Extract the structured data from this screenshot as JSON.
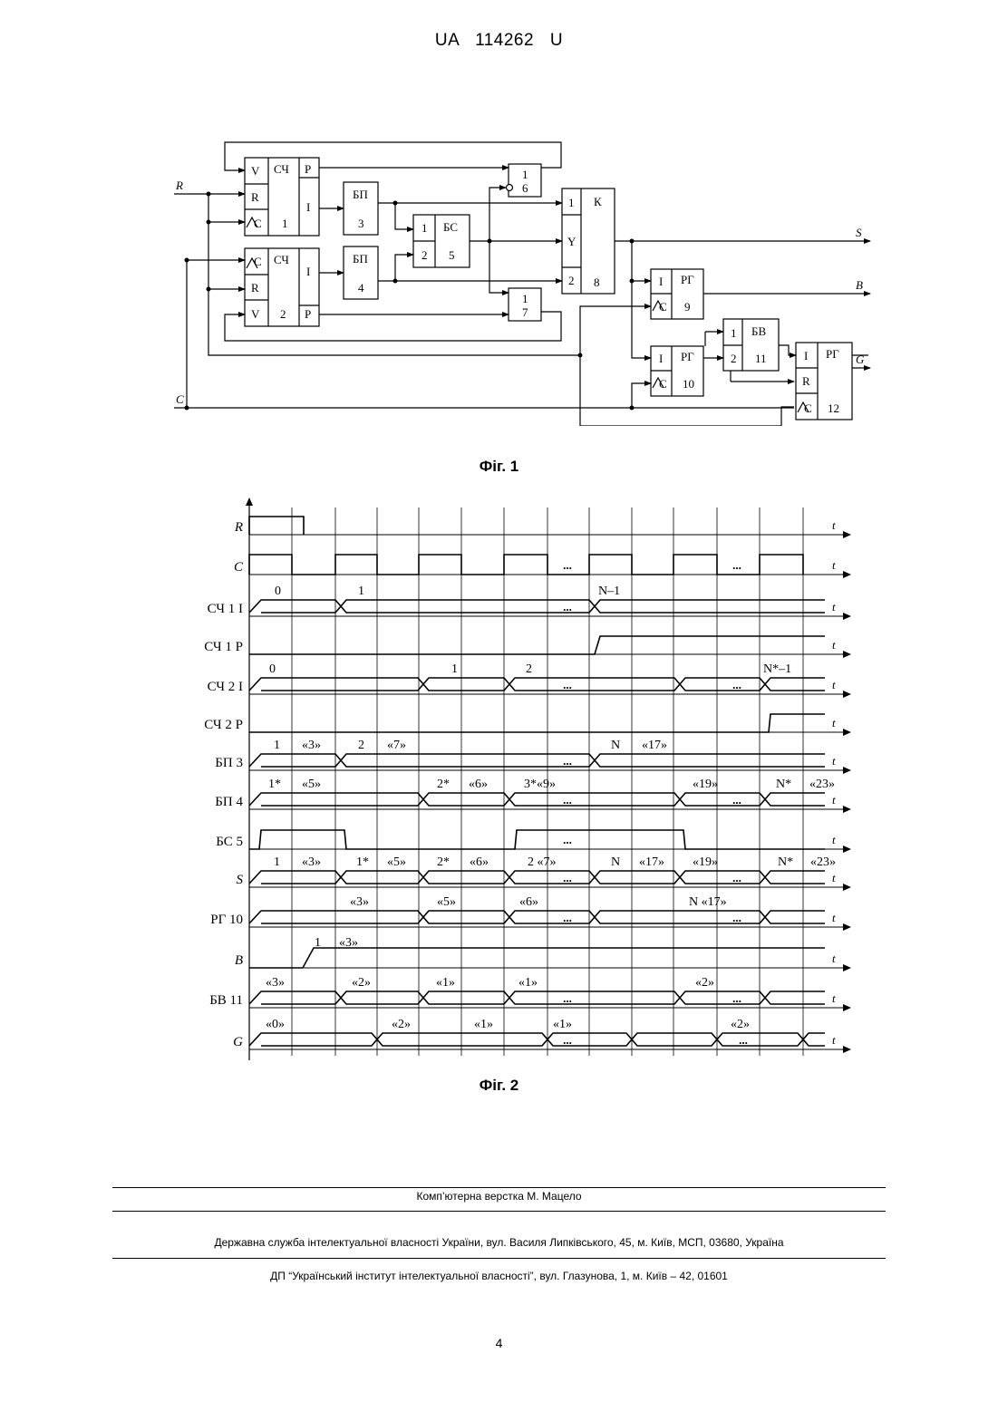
{
  "header": {
    "country": "UA",
    "number": "114262",
    "kind": "U"
  },
  "fig1": {
    "caption": "Фіг. 1",
    "inputs": {
      "r": "R",
      "c": "C"
    },
    "outputs": {
      "s": "S",
      "b": "B",
      "g": "G"
    },
    "blocks": {
      "cnt1": {
        "title": "СЧ",
        "num": "1",
        "v": "V",
        "r": "R",
        "c": "C",
        "p": "P",
        "i": "I"
      },
      "cnt2": {
        "title": "СЧ",
        "num": "2",
        "v": "V",
        "r": "R",
        "c": "C",
        "p": "P",
        "i": "I"
      },
      "bp3": {
        "title": "БП",
        "num": "3"
      },
      "bp4": {
        "title": "БП",
        "num": "4"
      },
      "bs5": {
        "title": "БС",
        "num": "5",
        "in1": "1",
        "in2": "2"
      },
      "g6": {
        "title": "1",
        "num": "6"
      },
      "g7": {
        "title": "1",
        "num": "7"
      },
      "k8": {
        "title": "К",
        "num": "8",
        "in1": "1",
        "y": "Y",
        "in2": "2"
      },
      "rg9": {
        "title": "РГ",
        "num": "9",
        "i": "I",
        "c": "C"
      },
      "rg10": {
        "title": "РГ",
        "num": "10",
        "i": "I",
        "c": "C"
      },
      "bv11": {
        "title": "БВ",
        "num": "11",
        "in1": "1",
        "in2": "2"
      },
      "rg12": {
        "title": "РГ",
        "num": "12",
        "i": "I",
        "r": "R",
        "c": "C"
      }
    }
  },
  "fig2": {
    "caption": "Фіг. 2",
    "time_label": "t",
    "ellipsis": "...",
    "rows": [
      {
        "label": "R",
        "italic": true,
        "labels": []
      },
      {
        "label": "C",
        "italic": true,
        "labels": []
      },
      {
        "label": "СЧ 1 I",
        "labels": [
          "0",
          "1",
          "N–1"
        ]
      },
      {
        "label": "СЧ 1 P",
        "labels": []
      },
      {
        "label": "СЧ 2 I",
        "labels": [
          "0",
          "1",
          "2",
          "N*–1"
        ]
      },
      {
        "label": "СЧ 2 P",
        "labels": []
      },
      {
        "label": "БП 3",
        "labels": [
          "1",
          "«3»",
          "2",
          "«7»",
          "N",
          "«17»"
        ]
      },
      {
        "label": "БП 4",
        "labels": [
          "1*",
          "«5»",
          "2*",
          "«6»",
          "3*«9»",
          "«19»",
          "N*",
          "«23»"
        ]
      },
      {
        "label": "БС 5",
        "labels": []
      },
      {
        "label": "S",
        "italic": true,
        "labels": [
          "1",
          "«3»",
          "1*",
          "«5»",
          "2*",
          "«6»",
          "2 «7»",
          "N",
          "«17»",
          "«19»",
          "N*",
          "«23»"
        ]
      },
      {
        "label": "РГ 10",
        "labels": [
          "«3»",
          "«5»",
          "«6»",
          "N «17»"
        ]
      },
      {
        "label": "B",
        "italic": true,
        "labels": [
          "1",
          "«3»"
        ]
      },
      {
        "label": "БВ 11",
        "labels": [
          "«3»",
          "«2»",
          "«1»",
          "«1»",
          "«2»"
        ]
      },
      {
        "label": "G",
        "italic": true,
        "labels": [
          "«0»",
          "«2»",
          "«1»",
          "«1»",
          "«2»"
        ]
      }
    ]
  },
  "footer": {
    "layout": "Комп’ютерна верстка М. Мацело",
    "service": "Державна служба інтелектуальної власності України, вул. Василя Липківського, 45, м. Київ, МСП, 03680, Україна",
    "institute": "ДП “Український інститут інтелектуальної власності”, вул. Глазунова, 1, м. Київ – 42, 01601",
    "page": "4"
  }
}
